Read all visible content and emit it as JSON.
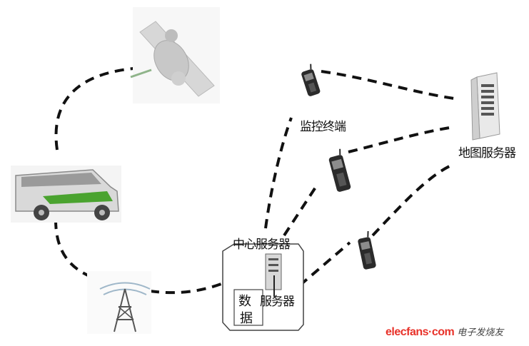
{
  "labels": {
    "monitor_terminal": "监控终端",
    "map_server": "地图服务器",
    "center_server": "中心服务器",
    "data_server_part1": "数",
    "data_server_part2": "据",
    "data_server_part3": "服务器"
  },
  "icons": {
    "satellite": "satellite-icon",
    "vehicle": "vehicle-icon",
    "tower": "cell-tower-icon",
    "phone": "mobile-phone-icon",
    "server": "server-tower-icon"
  },
  "watermark": {
    "brand": "elecfans·com",
    "chinese": "电子发烧友"
  },
  "colors": {
    "link": "#111111",
    "brand_red": "#e8322a",
    "vehicle_stripe": "#4aa32f"
  }
}
